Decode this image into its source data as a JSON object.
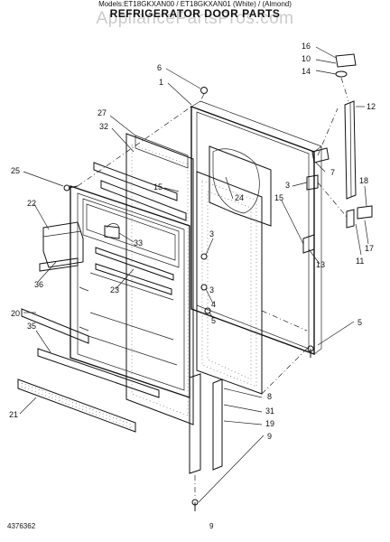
{
  "header": {
    "title": "REFRIGERATOR DOOR PARTS",
    "subtitle": "Models:ET18GKXAN00 / ET18GKXAN01 (White) / (Almond)",
    "watermark": "AppliancePartsPros.com"
  },
  "footer": {
    "doc_number": "4376362",
    "page_number": "9"
  },
  "diagram": {
    "callouts": [
      {
        "id": "1",
        "label": "1"
      },
      {
        "id": "3",
        "label": "3"
      },
      {
        "id": "4",
        "label": "4"
      },
      {
        "id": "5",
        "label": "5"
      },
      {
        "id": "6",
        "label": "6"
      },
      {
        "id": "7",
        "label": "7"
      },
      {
        "id": "8",
        "label": "8"
      },
      {
        "id": "9",
        "label": "9"
      },
      {
        "id": "10",
        "label": "10"
      },
      {
        "id": "11",
        "label": "11"
      },
      {
        "id": "12",
        "label": "12"
      },
      {
        "id": "13",
        "label": "13"
      },
      {
        "id": "14",
        "label": "14"
      },
      {
        "id": "15",
        "label": "15"
      },
      {
        "id": "16",
        "label": "16"
      },
      {
        "id": "17",
        "label": "17"
      },
      {
        "id": "18",
        "label": "18"
      },
      {
        "id": "19",
        "label": "19"
      },
      {
        "id": "20",
        "label": "20"
      },
      {
        "id": "21",
        "label": "21"
      },
      {
        "id": "22",
        "label": "22"
      },
      {
        "id": "23",
        "label": "23"
      },
      {
        "id": "24",
        "label": "24"
      },
      {
        "id": "25",
        "label": "25"
      },
      {
        "id": "27",
        "label": "27"
      },
      {
        "id": "31",
        "label": "31"
      },
      {
        "id": "32",
        "label": "32"
      },
      {
        "id": "33",
        "label": "33"
      },
      {
        "id": "35",
        "label": "35"
      },
      {
        "id": "36",
        "label": "36"
      }
    ]
  }
}
